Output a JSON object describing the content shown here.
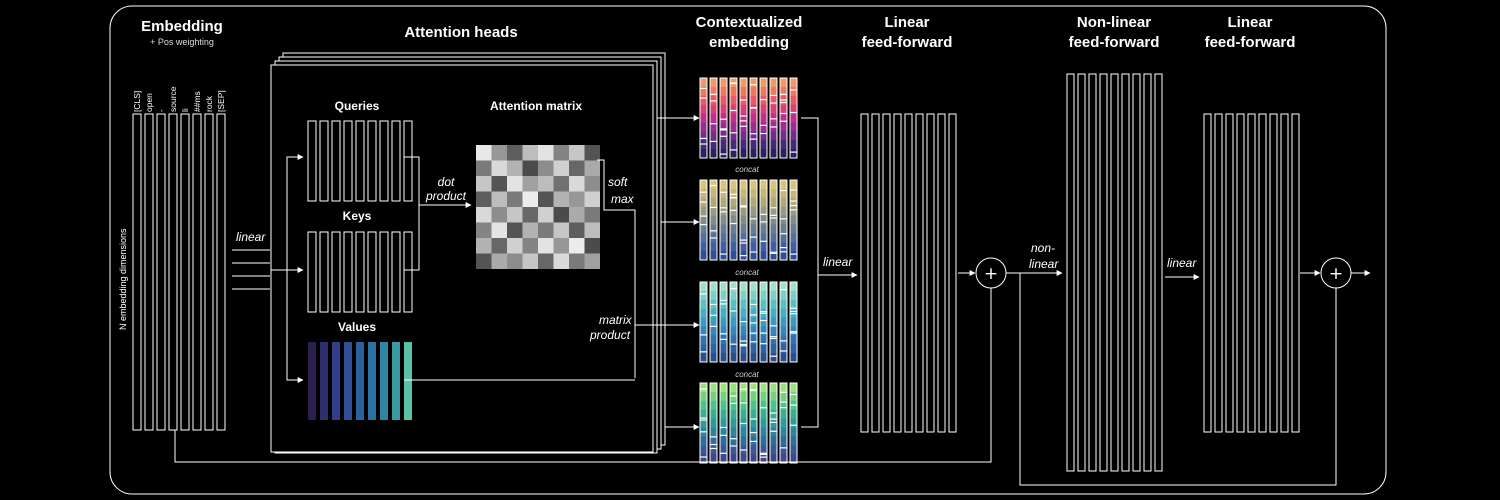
{
  "labels": {
    "embedding": "Embedding",
    "pos_weighting": "+ Pos weighting",
    "attention_heads": "Attention heads",
    "contextualized_1": "Contextualized",
    "contextualized_2": "embedding",
    "linear_ff_1": "Linear",
    "linear_ff_2": "feed-forward",
    "nonlinear_ff_1": "Non-linear",
    "nonlinear_ff_2": "feed-forward",
    "linear_ff2_1": "Linear",
    "linear_ff2_2": "feed-forward",
    "queries": "Queries",
    "keys": "Keys",
    "values": "Values",
    "attention_matrix": "Attention matrix",
    "n_embedding_dims": "N embedding dimensions",
    "linear_in": "linear",
    "dot_1": "dot",
    "dot_2": "product",
    "soft_1": "soft",
    "soft_2": "max",
    "matrix_1": "matrix",
    "matrix_2": "product",
    "concat": "concat",
    "linear_ctx": "linear",
    "nonlinear_1": "non-",
    "nonlinear_2": "linear",
    "linear_ff_mid": "linear"
  },
  "tokens": [
    "[CLS]",
    "open",
    "-",
    "source",
    "li",
    "##ms",
    "rock",
    "[SEP]"
  ],
  "attention_matrix": [
    [
      0.12,
      0.55,
      0.85,
      0.35,
      0.15,
      0.65,
      0.3,
      0.9
    ],
    [
      0.7,
      0.2,
      0.4,
      0.95,
      0.6,
      0.25,
      0.8,
      0.45
    ],
    [
      0.3,
      0.9,
      0.15,
      0.5,
      0.35,
      0.75,
      0.2,
      0.6
    ],
    [
      0.85,
      0.35,
      0.7,
      0.1,
      0.9,
      0.4,
      0.55,
      0.25
    ],
    [
      0.2,
      0.6,
      0.3,
      0.8,
      0.25,
      0.95,
      0.45,
      0.7
    ],
    [
      0.65,
      0.15,
      0.9,
      0.4,
      0.7,
      0.3,
      0.85,
      0.35
    ],
    [
      0.4,
      0.8,
      0.25,
      0.65,
      0.15,
      0.55,
      0.1,
      0.95
    ],
    [
      0.9,
      0.45,
      0.6,
      0.3,
      0.8,
      0.2,
      0.7,
      0.5
    ]
  ],
  "colors": {
    "background": "#000000",
    "stroke": "#ffffff",
    "values_gradient": [
      "#2b1f4e",
      "#2e2f70",
      "#303f88",
      "#2f4f98",
      "#2c609f",
      "#2a72a2",
      "#2c86a4",
      "#3a9ca3",
      "#5cc0a4"
    ],
    "head_palettes": [
      [
        "#f09a6a",
        "#ee7860",
        "#e85a65",
        "#d8407a",
        "#c0308a",
        "#9a2e90",
        "#6e2e8a",
        "#45287a",
        "#2e2060"
      ],
      [
        "#d8c57c",
        "#c6b677",
        "#aeaa7a",
        "#979c80",
        "#808c88",
        "#6a7d90",
        "#54709a",
        "#405ea0",
        "#2f4e9a"
      ],
      [
        "#a0e0c8",
        "#7ed0c4",
        "#5cc0c2",
        "#46aec2",
        "#3c9ac0",
        "#3686ba",
        "#3272b0",
        "#3060a0",
        "#2c4e8c"
      ],
      [
        "#9ee07a",
        "#72d27e",
        "#4cc488",
        "#38b090",
        "#2f9a98",
        "#2e849c",
        "#326c9c",
        "#3a5896",
        "#3e468c"
      ]
    ]
  }
}
